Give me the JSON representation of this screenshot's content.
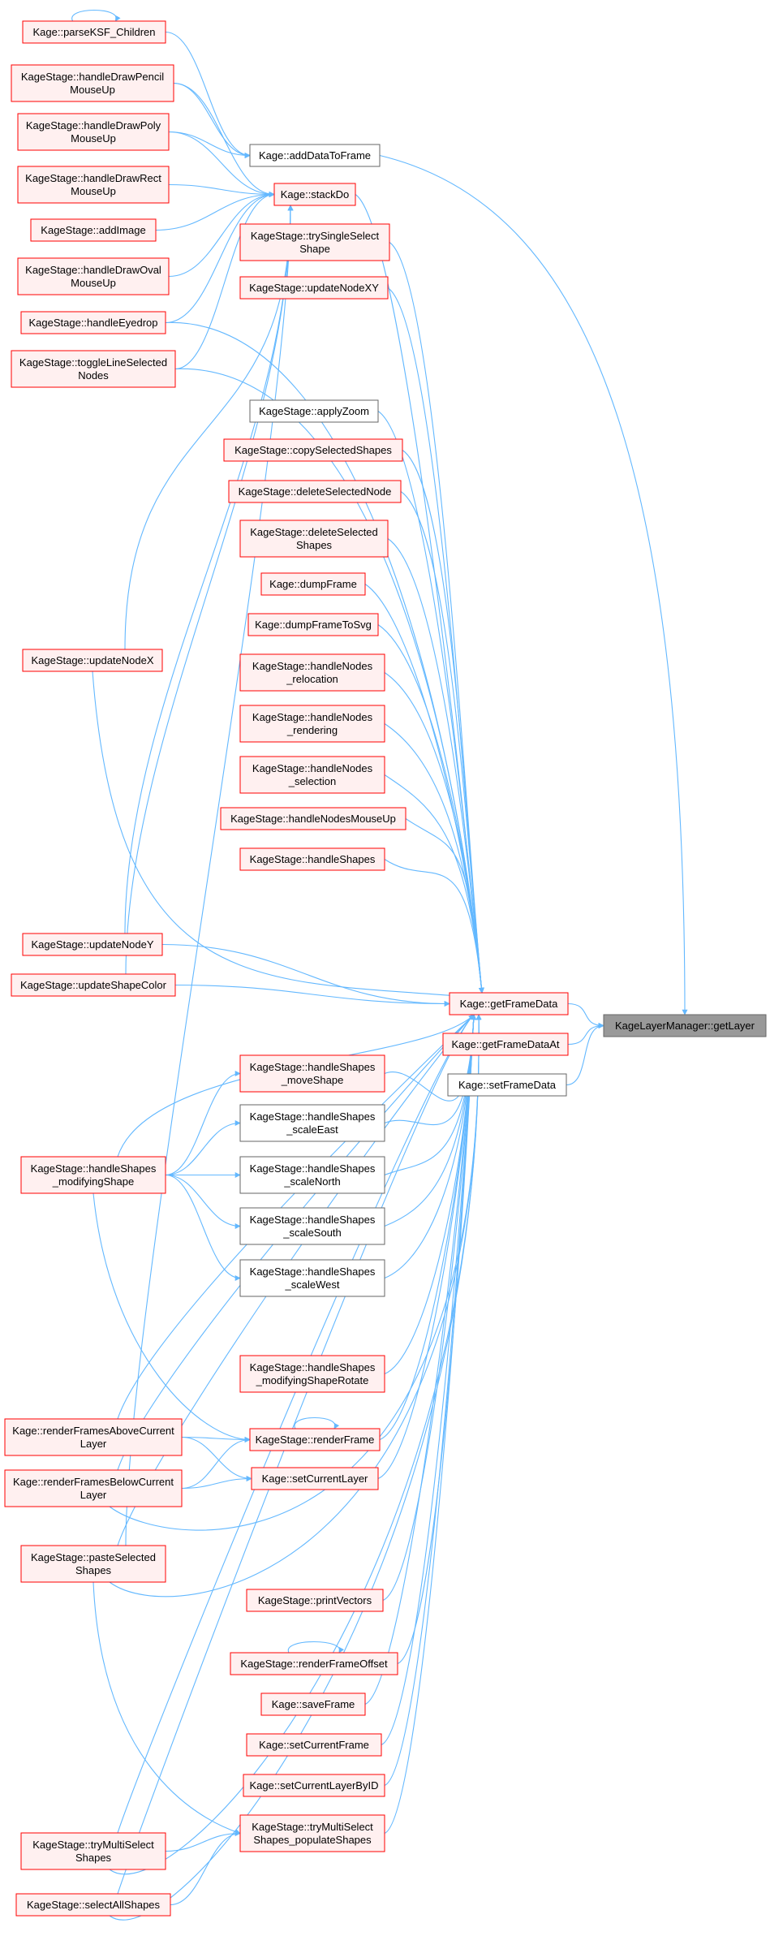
{
  "colors": {
    "edge": "#63b8ff",
    "node_red_fill": "#fff0f0",
    "node_red_stroke": "#ff0000",
    "node_white_fill": "#ffffff",
    "node_white_stroke": "#666666",
    "node_root_fill": "#999999",
    "node_root_stroke": "#666666"
  },
  "nodes": {
    "parseKSF": [
      "Kage::parseKSF_Children"
    ],
    "pencil": [
      "KageStage::handleDrawPencil",
      "MouseUp"
    ],
    "poly": [
      "KageStage::handleDrawPoly",
      "MouseUp"
    ],
    "rect": [
      "KageStage::handleDrawRect",
      "MouseUp"
    ],
    "addImage": [
      "KageStage::addImage"
    ],
    "oval": [
      "KageStage::handleDrawOval",
      "MouseUp"
    ],
    "eyedrop": [
      "KageStage::handleEyedrop"
    ],
    "toggle": [
      "KageStage::toggleLineSelected",
      "Nodes"
    ],
    "updateNodeX": [
      "KageStage::updateNodeX"
    ],
    "updateNodeY": [
      "KageStage::updateNodeY"
    ],
    "updateShapeColor": [
      "KageStage::updateShapeColor"
    ],
    "modifying": [
      "KageStage::handleShapes",
      "_modifyingShape"
    ],
    "renderAbove": [
      "Kage::renderFramesAboveCurrent",
      "Layer"
    ],
    "renderBelow": [
      "Kage::renderFramesBelowCurrent",
      "Layer"
    ],
    "paste": [
      "KageStage::pasteSelected",
      "Shapes"
    ],
    "tryMulti": [
      "KageStage::tryMultiSelect",
      "Shapes"
    ],
    "selectAll": [
      "KageStage::selectAllShapes"
    ],
    "addData": [
      "Kage::addDataToFrame"
    ],
    "stackDo": [
      "Kage::stackDo"
    ],
    "trySingle": [
      "KageStage::trySingleSelect",
      "Shape"
    ],
    "updateNodeXY": [
      "KageStage::updateNodeXY"
    ],
    "applyZoom": [
      "KageStage::applyZoom"
    ],
    "copySel": [
      "KageStage::copySelectedShapes"
    ],
    "delNode": [
      "KageStage::deleteSelectedNode"
    ],
    "delShapes": [
      "KageStage::deleteSelected",
      "Shapes"
    ],
    "dumpFrame": [
      "Kage::dumpFrame"
    ],
    "dumpSvg": [
      "Kage::dumpFrameToSvg"
    ],
    "nodesReloc": [
      "KageStage::handleNodes",
      "_relocation"
    ],
    "nodesRender": [
      "KageStage::handleNodes",
      "_rendering"
    ],
    "nodesSel": [
      "KageStage::handleNodes",
      "_selection"
    ],
    "nodesMouseUp": [
      "KageStage::handleNodesMouseUp"
    ],
    "handleShapes": [
      "KageStage::handleShapes"
    ],
    "moveShape": [
      "KageStage::handleShapes",
      "_moveShape"
    ],
    "scaleEast": [
      "KageStage::handleShapes",
      "_scaleEast"
    ],
    "scaleNorth": [
      "KageStage::handleShapes",
      "_scaleNorth"
    ],
    "scaleSouth": [
      "KageStage::handleShapes",
      "_scaleSouth"
    ],
    "scaleWest": [
      "KageStage::handleShapes",
      "_scaleWest"
    ],
    "rotate": [
      "KageStage::handleShapes",
      "_modifyingShapeRotate"
    ],
    "renderFrame": [
      "KageStage::renderFrame"
    ],
    "setCurLayer": [
      "Kage::setCurrentLayer"
    ],
    "printVectors": [
      "KageStage::printVectors"
    ],
    "renderOffset": [
      "KageStage::renderFrameOffset"
    ],
    "saveFrame": [
      "Kage::saveFrame"
    ],
    "setCurFrame": [
      "Kage::setCurrentFrame"
    ],
    "setLayerById": [
      "Kage::setCurrentLayerByID"
    ],
    "populate": [
      "KageStage::tryMultiSelect",
      "Shapes_populateShapes"
    ],
    "getFrameData": [
      "Kage::getFrameData"
    ],
    "getFrameDataAt": [
      "Kage::getFrameDataAt"
    ],
    "setFrameData": [
      "Kage::setFrameData"
    ],
    "getLayer": [
      "KageLayerManager::getLayer"
    ]
  }
}
